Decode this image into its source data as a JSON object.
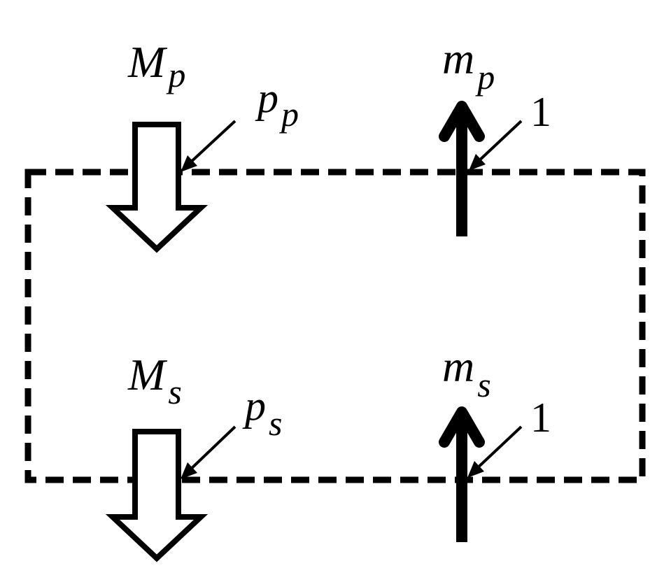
{
  "labels": {
    "M": "M",
    "p_sub": "p",
    "s_sub": "s",
    "m": "m",
    "p": "p",
    "one": "1"
  },
  "colors": {
    "ink": "#000000",
    "background": "#ffffff"
  }
}
